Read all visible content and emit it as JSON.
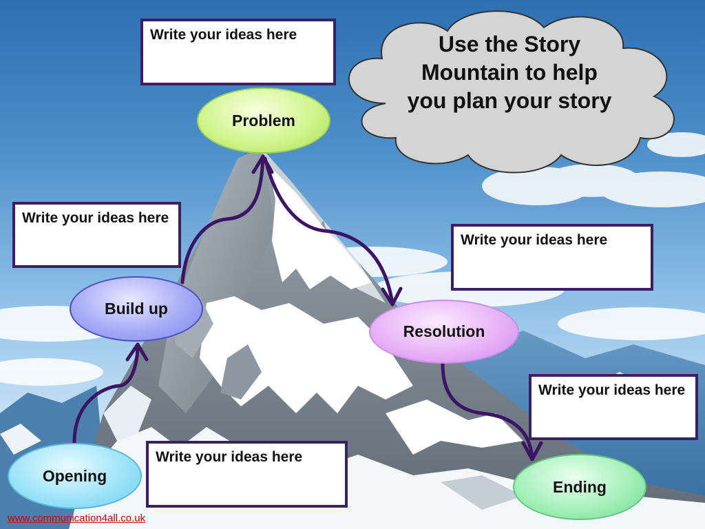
{
  "title": "Use the Story Mountain to help you plan your story",
  "stages": {
    "problem": "Problem",
    "build_up": "Build up",
    "resolution": "Resolution",
    "opening": "Opening",
    "ending": "Ending"
  },
  "prompts": {
    "problem": "Write your ideas here",
    "build_up": "Write your ideas here",
    "resolution": "Write your ideas here",
    "opening": "Write your ideas here",
    "ending": "Write your ideas here"
  },
  "credit": "www.communication4all.co.uk",
  "colors": {
    "arrow": "#3b1564",
    "box_border": "#3b1f63",
    "credit_link": "#d10000",
    "problem_node": "#c8f07a",
    "build_up_node": "#9ea4f4",
    "resolution_node": "#e3a9f6",
    "opening_node": "#8fdcf7",
    "ending_node": "#9beeb2"
  }
}
